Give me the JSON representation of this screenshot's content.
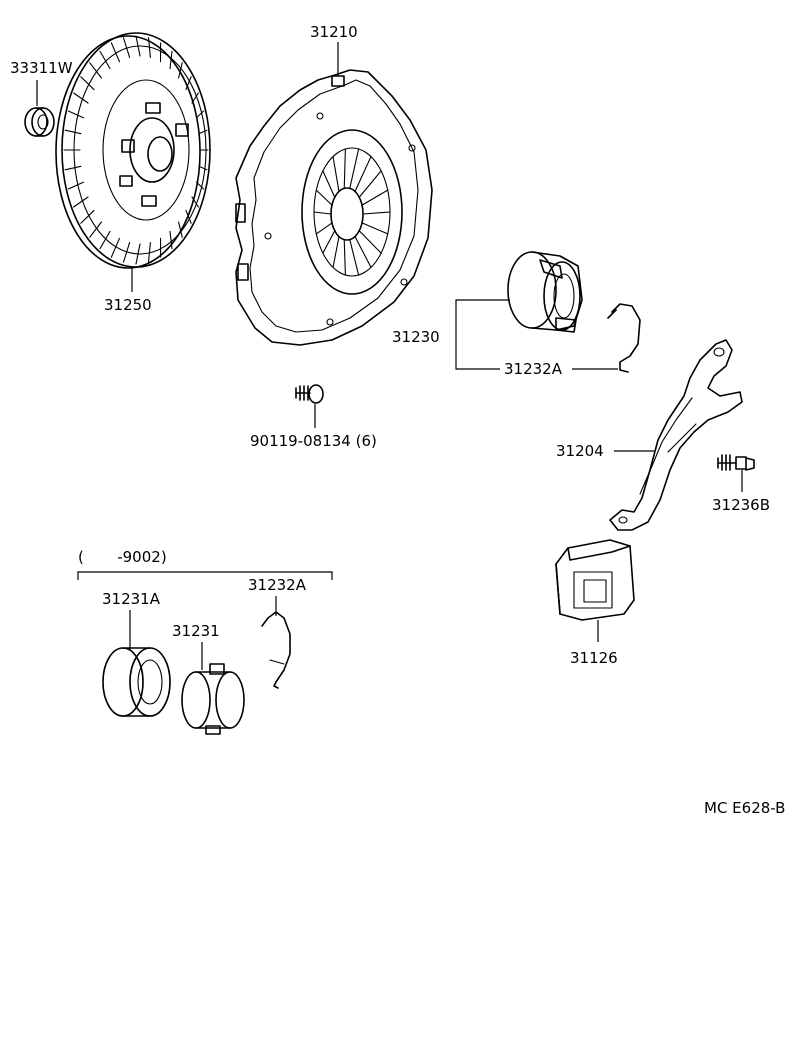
{
  "parts": {
    "release_bearing_bushing": "33311W",
    "clutch_disc": "31250",
    "clutch_cover": "31210",
    "cover_bolt": "90119-08134 (6)",
    "release_bearing_hub_assy": "31230",
    "hub_clip_upper": "31232A",
    "release_fork": "31204",
    "fork_support": "31236B",
    "fork_boot": "31126"
  },
  "variant": {
    "bracket_label": "(       -9002)",
    "bearing": "31231A",
    "hub": "31231",
    "clip": "31232A"
  },
  "footer": {
    "diagram_code": "MC E628-B"
  }
}
